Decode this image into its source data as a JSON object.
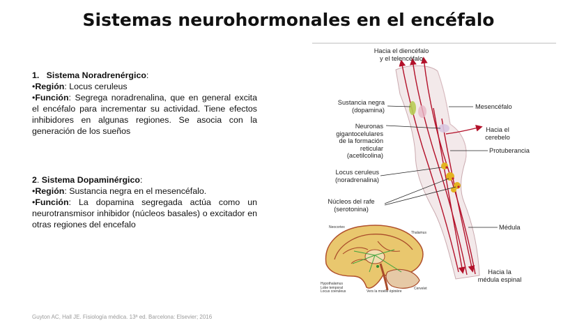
{
  "title": "Sistemas neurohormonales en el encéfalo",
  "section1": {
    "heading_num": "1.",
    "heading": "Sistema Noradrenérgico",
    "heading_suffix": ":",
    "region_label": "Región",
    "region_text": ": Locus ceruleus",
    "funcion_label": "Función",
    "funcion_text": ": Segrega noradrenalina, que en general excita el encéfalo para incrementar su actividad. Tiene efectos inhibidores en algunas regiones. Se asocia con la generación de los sueños"
  },
  "section2": {
    "heading_num": "2",
    "heading": "Sistema Dopaminérgico",
    "heading_suffix": ":",
    "region_label": "Región",
    "region_text": ": Sustancia negra en el mesencéfalo.",
    "funcion_label": "Función",
    "funcion_text": ": La dopamina segregada actúa como un neurotransmisor inhibidor (núcleos basales) o excitador en otras regiones del encefalo"
  },
  "citation": "Guyton AC, Hall JE. Fisiología médica. 13ª ed. Barcelona: Elsevier; 2016",
  "figure": {
    "labels": {
      "diencefalo_1": "Hacia el diencéfalo",
      "diencefalo_2": "y el telencéfalo",
      "sustancia_1": "Sustancia negra",
      "sustancia_2": "(dopamina)",
      "neuronas_1": "Neuronas",
      "neuronas_2": "gigantocelulares",
      "neuronas_3": "de la formación",
      "neuronas_4": "reticular",
      "neuronas_5": "(acetilcolina)",
      "locus_1": "Locus ceruleus",
      "locus_2": "(noradrenalina)",
      "rafe_1": "Núcleos del rafe",
      "rafe_2": "(serotonina)",
      "mesencefalo": "Mesencéfalo",
      "cerebelo_1": "Hacia el",
      "cerebelo_2": "cerebelo",
      "protuberancia": "Protuberancia",
      "medula": "Médula",
      "espinal_1": "Hacia la",
      "espinal_2": "médula espinal"
    },
    "inset": {
      "neocortex": "Neocortex",
      "thalamus": "Thalamus",
      "hypothalamus": "Hypothalamus",
      "lobe": "Lobe temporal",
      "locus": "Locus coeruleus",
      "cervelet": "Cervelet",
      "moelle": "Vers la moelle épinière"
    }
  }
}
